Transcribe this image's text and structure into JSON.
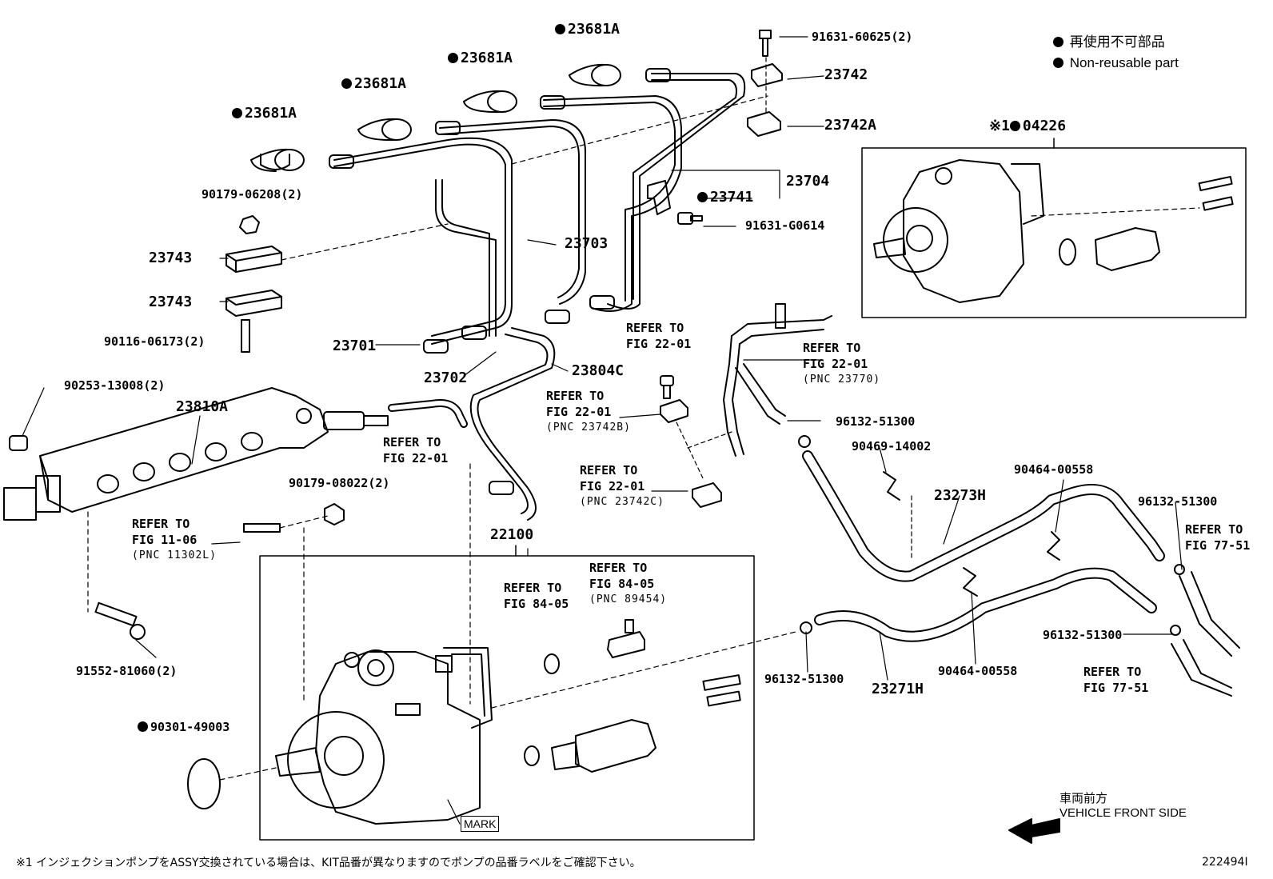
{
  "legend": {
    "jp": "再使用不可部品",
    "en": "Non-reusable part"
  },
  "parts": {
    "p23681A_1": "23681A",
    "p23681A_2": "23681A",
    "p23681A_3": "23681A",
    "p23681A_4": "23681A",
    "p91631_60625": "91631-60625(2)",
    "p23742": "23742",
    "p23742A": "23742A",
    "p23704": "23704",
    "p23741": "23741",
    "p91631_G0614": "91631-G0614",
    "p90179_06208": "90179-06208(2)",
    "p23743_1": "23743",
    "p23743_2": "23743",
    "p23703": "23703",
    "p90116_06173": "90116-06173(2)",
    "p23701": "23701",
    "p23702": "23702",
    "p23804C": "23804C",
    "p90253_13008": "90253-13008(2)",
    "p23810A": "23810A",
    "p90179_08022": "90179-08022(2)",
    "p22100": "22100",
    "p91552_81060": "91552-81060(2)",
    "p90301_49003": "90301-49003",
    "p96132_51300_a": "96132-51300",
    "p90469_14002": "90469-14002",
    "p90464_00558_a": "90464-00558",
    "p23273H": "23273H",
    "p96132_51300_b": "96132-51300",
    "p96132_51300_c": "96132-51300",
    "p96132_51300_d": "96132-51300",
    "p23271H": "23271H",
    "p90464_00558_b": "90464-00558",
    "p04226": "04226",
    "kit_prefix": "※1"
  },
  "refs": {
    "ref_2201_top": {
      "a": "REFER TO",
      "b": "FIG 22-01",
      "c": ""
    },
    "ref_2201_23770": {
      "a": "REFER TO",
      "b": "FIG 22-01",
      "c": "(PNC 23770)"
    },
    "ref_2201_23742B": {
      "a": "REFER TO",
      "b": "FIG 22-01",
      "c": "(PNC 23742B)"
    },
    "ref_2201_left": {
      "a": "REFER TO",
      "b": "FIG 22-01",
      "c": ""
    },
    "ref_2201_23742C": {
      "a": "REFER TO",
      "b": "FIG 22-01",
      "c": "(PNC 23742C)"
    },
    "ref_1106": {
      "a": "REFER TO",
      "b": "FIG 11-06",
      "c": "(PNC 11302L)"
    },
    "ref_8405_a": {
      "a": "REFER TO",
      "b": "FIG 84-05",
      "c": ""
    },
    "ref_8405_b": {
      "a": "REFER TO",
      "b": "FIG 84-05",
      "c": "(PNC 89454)"
    },
    "ref_7751_a": {
      "a": "REFER TO",
      "b": "FIG 77-51",
      "c": ""
    },
    "ref_7751_b": {
      "a": "REFER TO",
      "b": "FIG 77-51",
      "c": ""
    }
  },
  "mark_label": "MARK",
  "front": {
    "jp": "車両前方",
    "en": "VEHICLE FRONT SIDE"
  },
  "footnote": "※1 インジェクションポンプをASSY交換されている場合は、KIT品番が異なりますのでポンプの品番ラベルをご確認下さい。",
  "figure_id": "222494I"
}
